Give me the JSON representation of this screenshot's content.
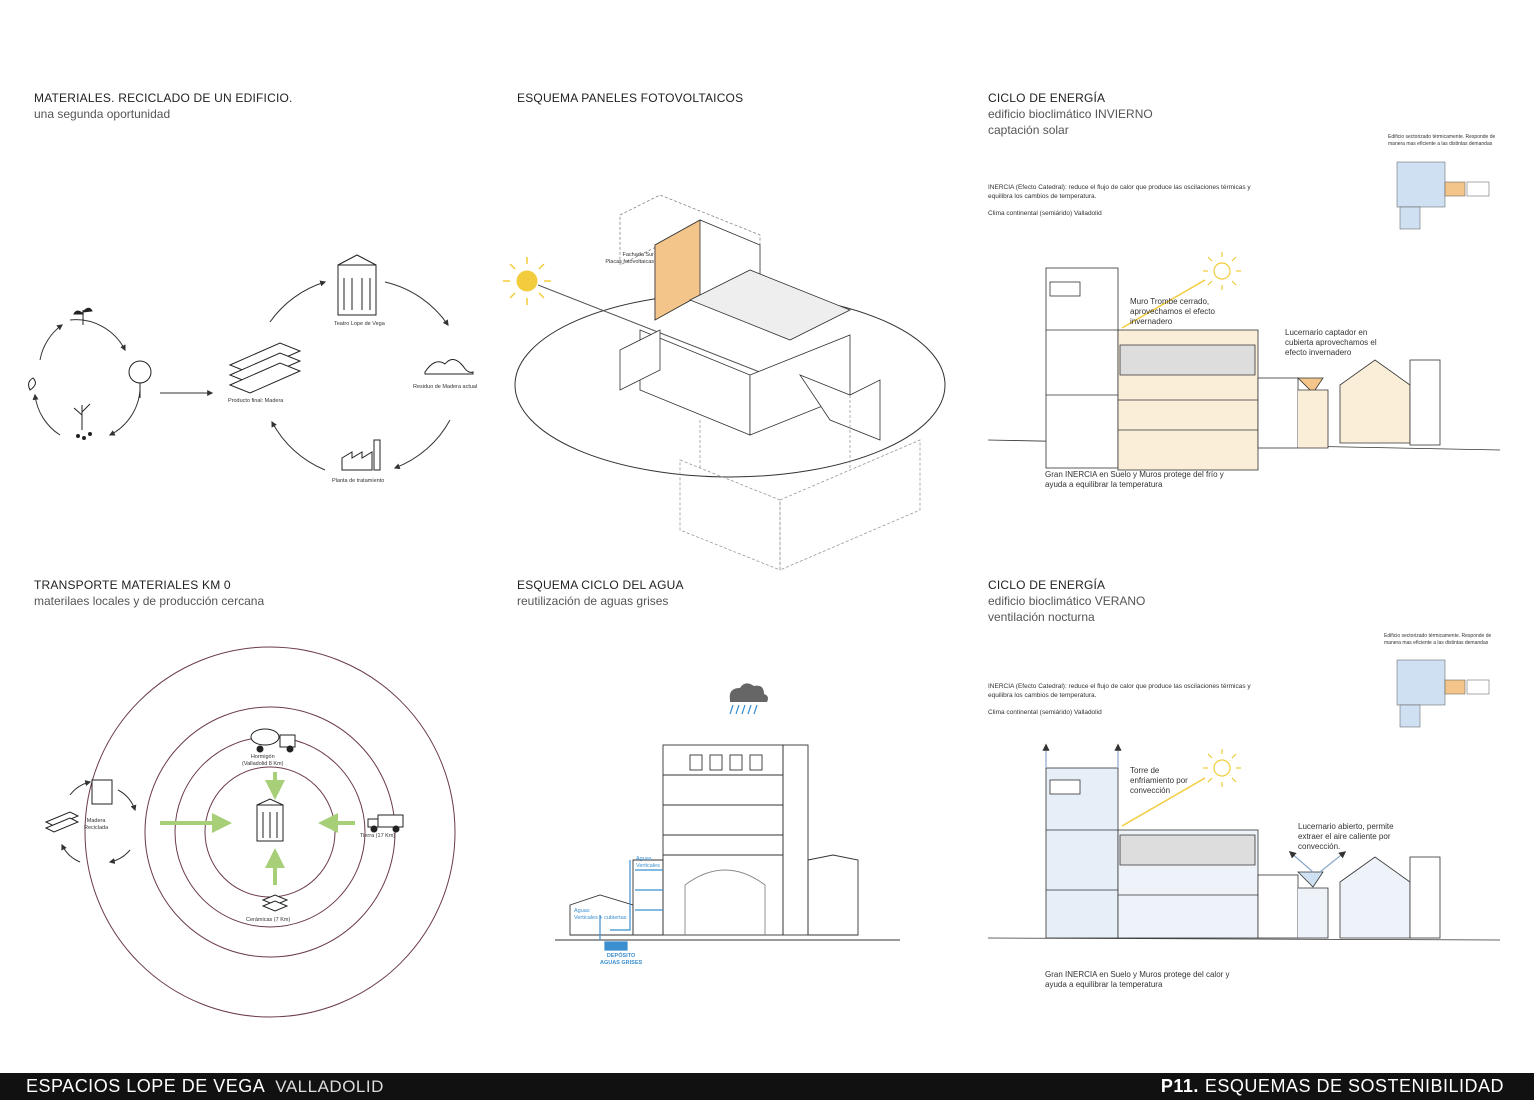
{
  "panels": {
    "materials": {
      "title": "MATERIALES. RECICLADO DE UN EDIFICIO.",
      "subtitle": "una segunda oportunidad",
      "labels": {
        "teatro": "Teatro Lope de Vega",
        "producto": "Producto final: Madera",
        "residuo": "Residuo de Madera actual",
        "planta": "Planta de tratamiento"
      }
    },
    "pv": {
      "title": "ESQUEMA PANELES FOTOVOLTAICOS",
      "label": "Fachada Sur\nPlacas fotovoltaicas"
    },
    "energy_winter": {
      "title": "CICLO DE ENERGÍA",
      "line1": "edificio bioclimático INVIERNO",
      "line2": "captación solar",
      "inercia": "INERCIA (Efecto Catedral): reduce el flujo de calor que produce las oscilaciones térmicas y equilibra los cambios de temperatura.",
      "clima": "Clima continental (semiárido) Valladolid",
      "corner": "Edificio sectorizado térmicamente. Responde de manera mas eficiente a las distintas demandas",
      "muro": "Muro Trombe cerrado, aprovechamos el efecto invernadero",
      "lucernario": "Lucernario captador en cubierta aprovechamos el efecto invernadero",
      "gran": "Gran INERCIA en Suelo y Muros protege del frío y ayuda a equilibrar la temperatura"
    },
    "transport": {
      "title": "TRANSPORTE MATERIALES KM 0",
      "subtitle": "materilaes locales y de producción cercana",
      "hormigon": "Hormigón\n(Valladolid 8 Km)",
      "tierra": "Tierra (17 Km)",
      "ceramicas": "Cerámicas (7 Km)",
      "madera": "Madera\nReciclada"
    },
    "water": {
      "title": "ESQUEMA CICLO DEL AGUA",
      "subtitle": "reutilización de aguas grises",
      "aguas_vertical": "Aguas\nVerticales",
      "aguas_horiz": "Aguas\nVerticales + cubiertas",
      "deposito": "DEPÓSITO\nAGUAS GRISES"
    },
    "energy_summer": {
      "title": "CICLO DE ENERGÍA",
      "line1": "edificio bioclimático VERANO",
      "line2": "ventilación nocturna",
      "inercia": "INERCIA (Efecto Catedral): reduce el flujo de calor que produce las oscilaciones térmicas y equilibra los cambios de temperatura.",
      "clima": "Clima continental (semiárido) Valladolid",
      "corner": "Edificio sectorizado térmicamente. Responde de manera mas eficiente a las distintas demandas",
      "torre": "Torre de enfriamiento por convección",
      "lucernario": "Lucernario abierto, permite extraer el aire caliente por convección.",
      "gran": "Gran INERCIA en Suelo y Muros protege del calor y ayuda a equilibrar la temperatura"
    }
  },
  "footer": {
    "project": "ESPACIOS LOPE DE VEGA",
    "city": "VALLADOLID",
    "page": "P11.",
    "section": "ESQUEMAS DE SOSTENIBILIDAD"
  },
  "colors": {
    "sun": "#f2cc3c",
    "green": "#a6cf77",
    "water": "#3b8fd0",
    "orange": "#f3c58a",
    "bluecool": "#cfe0f2"
  }
}
